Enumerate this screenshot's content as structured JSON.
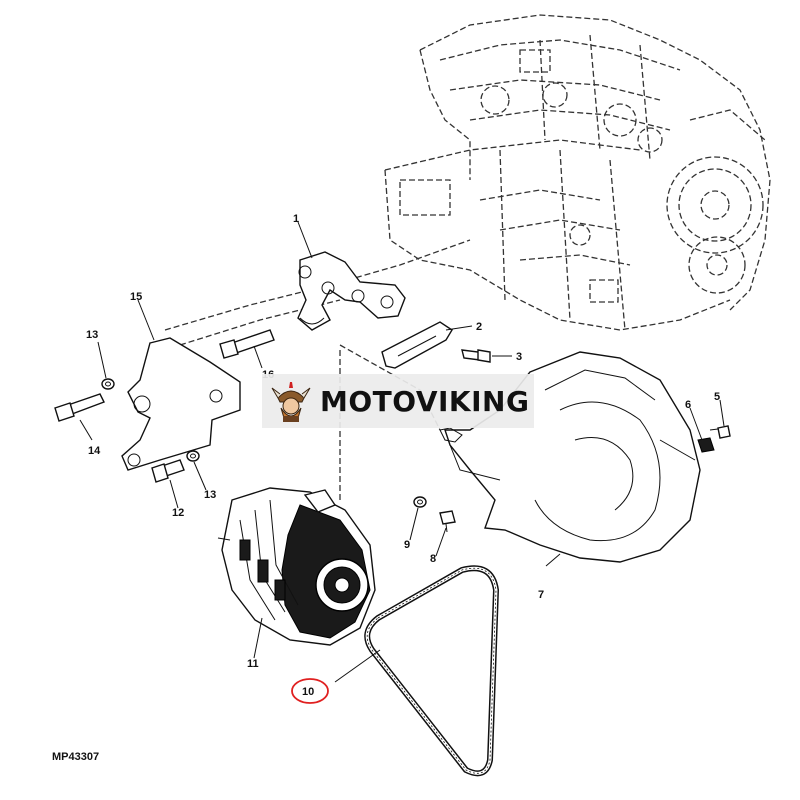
{
  "watermark": {
    "brand": "MOTOVIKING",
    "logo_icon": "viking-mascot-icon"
  },
  "diagram_code": "MP43307",
  "highlight_color": "#e02020",
  "callouts": {
    "c1": "1",
    "c2": "2",
    "c3": "3",
    "c5": "5",
    "c6": "6",
    "c7": "7",
    "c8": "8",
    "c9": "9",
    "c10": "10",
    "c11": "11",
    "c12": "12",
    "c13a": "13",
    "c13b": "13",
    "c14": "14",
    "c15": "15",
    "c16": "16"
  }
}
